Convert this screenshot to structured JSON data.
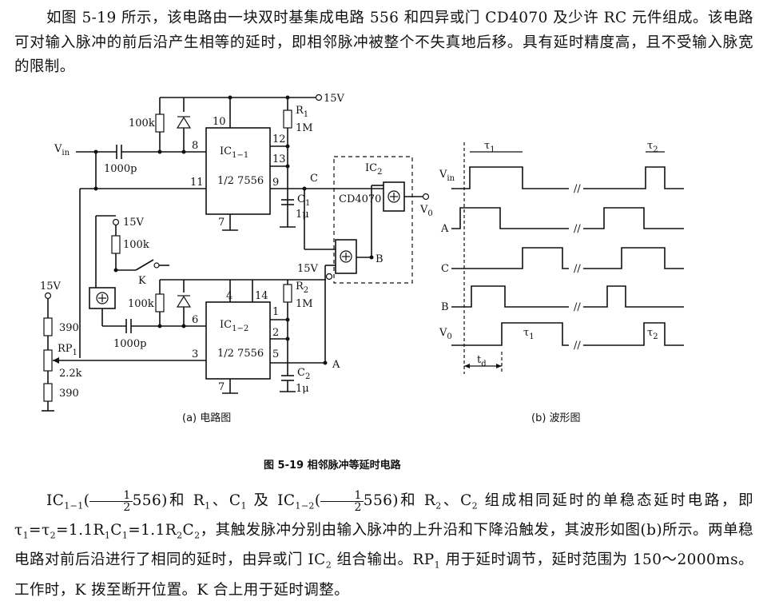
{
  "intro_text": "如图 5-19 所示，该电路由一块双时基集成电路 556 和四异或门 CD4070 及少许 RC 元件组成。该电路可对输入脉冲的前后沿产生相等的延时，即相邻脉冲被整个不失真地后移。具有延时精度高，且不受输入脉宽的限制。",
  "circuit": {
    "vin": "V",
    "vin_sub": "in",
    "ic11": "IC",
    "ic11_sub": "1−1",
    "ic12": "IC",
    "ic12_sub": "1−2",
    "half": "1/2 7556",
    "ic2": "IC",
    "ic2_sub": "2",
    "cd4070": "CD4070",
    "r1": "R",
    "r1_sub": "1",
    "r1_val": "1M",
    "r2": "R",
    "r2_sub": "2",
    "r2_val": "1M",
    "c1": "C",
    "c1_sub": "1",
    "c1_val": "1μ",
    "c2": "C",
    "c2_sub": "2",
    "c2_val": "1μ",
    "res_100k_a": "100k",
    "res_100k_b": "100k",
    "res_100k_c": "100k",
    "cap_1000p_a": "1000p",
    "cap_1000p_b": "1000p",
    "v15_top": "15V",
    "v15_mid": "15V",
    "v15_left": "15V",
    "v15_ic12": "15V",
    "r390_a": "390",
    "r390_b": "390",
    "rp1": "RP",
    "rp1_sub": "1",
    "rp1_val": "2.2k",
    "switch_k": "K",
    "node_c": "C",
    "node_b": "B",
    "node_a": "A",
    "vo": "V",
    "vo_sub": "0",
    "pins_top": [
      "10",
      "8",
      "12",
      "13",
      "11",
      "9",
      "7"
    ],
    "pins_bot": [
      "4",
      "14",
      "1",
      "2",
      "6",
      "3",
      "5",
      "7"
    ]
  },
  "waveform": {
    "labels": [
      "V",
      "A",
      "C",
      "B",
      "V"
    ],
    "label_subs": [
      "in",
      "",
      "",
      "",
      "0"
    ],
    "tau1": "τ",
    "tau1_sub": "1",
    "tau2": "τ",
    "tau2_sub": "2",
    "td": "t",
    "td_sub": "d"
  },
  "caption_a": "(a)  电路图",
  "caption_b": "(b)  波形图",
  "figure_caption": "图 5-19    相邻脉冲等延时电路",
  "body": {
    "p1": "IC",
    "p1_sub": "1−1",
    "frac_num": "1",
    "frac_den": "2",
    "p2": "556)和 R",
    "p2_sub": "1",
    "p3": "、C",
    "p3_sub": "1",
    "p4": " 及 IC",
    "p4_sub": "1−2",
    "p5": "556)和 R",
    "p5_sub": "2",
    "p6": "、C",
    "p6_sub": "2",
    "p7": " 组成相同延时的单稳态延时电路，即 τ",
    "p7_sub": "1",
    "p8": "=τ",
    "p8_sub": "2",
    "p9": "=1.1R",
    "p9_sub": "1",
    "p10": "C",
    "p10_sub": "1",
    "p11": "=1.1R",
    "p11_sub": "2",
    "p12": "C",
    "p12_sub": "2",
    "p13": "，其触发脉冲分别由输入脉冲的上升沿和下降沿触发，其波形如图(b)所示。两单稳电路对前后沿进行了相同的延时，由异或门 IC",
    "p13_sub": "2",
    "p14": " 组合输出。RP",
    "p14_sub": "1",
    "p15": " 用于延时调节，延时范围为 150～2000ms。工作时，K 拨至断开位置。K 合上用于延时调整。"
  }
}
